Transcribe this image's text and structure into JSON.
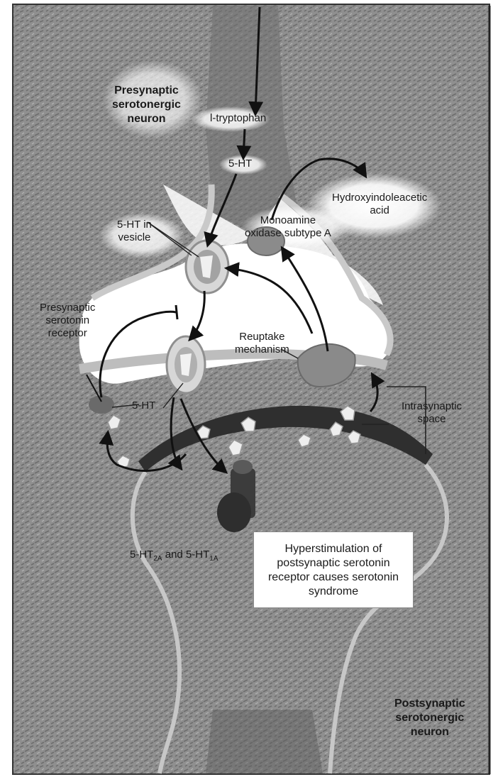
{
  "labels": {
    "presynaptic_neuron": [
      "Presynaptic",
      "serotonergic",
      "neuron"
    ],
    "l_tryptophan": "l-tryptophan",
    "five_ht_top": "5-HT",
    "hydroxyindoleacetic": [
      "Hydroxyindoleacetic",
      "acid"
    ],
    "monoamine_oxidase": [
      "Monoamine",
      "oxidase subtype A"
    ],
    "five_ht_vesicle": [
      "5-HT in",
      "vesicle"
    ],
    "presynaptic_receptor": [
      "Presynaptic",
      "serotonin",
      "receptor"
    ],
    "reuptake": [
      "Reuptake",
      "mechanism"
    ],
    "intrasynaptic": [
      "Intrasynaptic",
      "space"
    ],
    "five_ht_left": "5-HT",
    "receptor_types": {
      "a": "5-HT",
      "a_sub": "2A",
      "mid": " and 5-HT",
      "b_sub": "1A"
    },
    "callout": [
      "Hyperstimulation of",
      "postsynaptic serotonin",
      "receptor causes serotonin",
      "syndrome"
    ],
    "postsynaptic_neuron": [
      "Postsynaptic",
      "serotonergic",
      "neuron"
    ]
  },
  "colors": {
    "tissue": "#8c8c8c",
    "cleft": "#ffffff",
    "membrane": "#bdbdbd",
    "arrow": "#111111",
    "receptor_dark": "#3c3c3c",
    "glow": "#ffffff"
  }
}
